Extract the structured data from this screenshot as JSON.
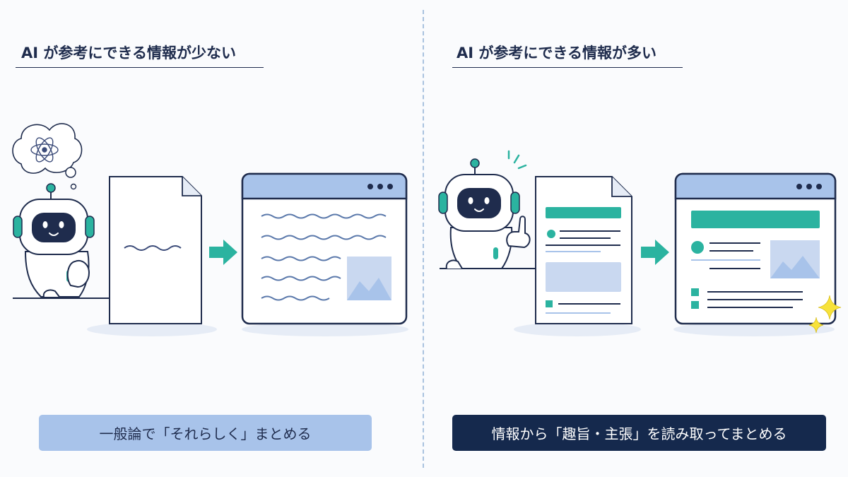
{
  "left": {
    "heading": "AI が参考にできる情報が少ない",
    "caption": "一般論で「それらしく」まとめる"
  },
  "right": {
    "heading": "AI が参考にできる情報が多い",
    "caption": "情報から「趣旨・主張」を読み取ってまとめる"
  },
  "colors": {
    "navy": "#1f2c4d",
    "teal": "#2bb3a0",
    "light_blue": "#a8c3ea",
    "dark_navy": "#15294d",
    "sparkle": "#f7e23a"
  },
  "icons": [
    "robot-thinking",
    "thought-bubble-atom-icon",
    "blank-document-icon",
    "arrow-right-icon",
    "generic-webpage-icon",
    "robot-pointing",
    "structured-document-icon",
    "structured-webpage-icon",
    "sparkle-icon"
  ]
}
